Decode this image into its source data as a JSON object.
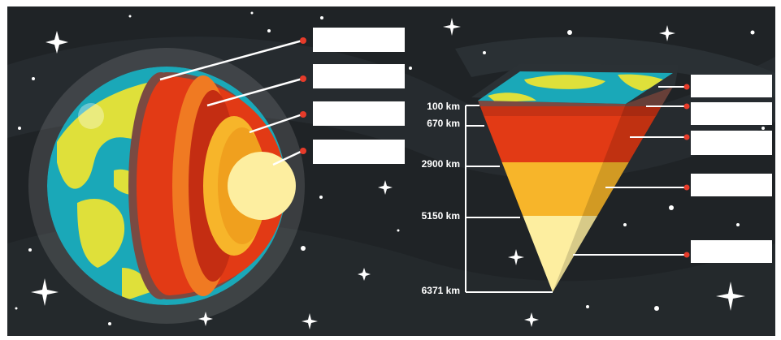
{
  "diagram": {
    "depth_scale": {
      "marks": [
        {
          "label": "100 km"
        },
        {
          "label": "670 km"
        },
        {
          "label": "2900 km"
        },
        {
          "label": "5150 km"
        },
        {
          "label": "6371 km"
        }
      ]
    },
    "label_boxes": {
      "sphere": [
        {
          "text": ""
        },
        {
          "text": ""
        },
        {
          "text": ""
        },
        {
          "text": ""
        }
      ],
      "cone": [
        {
          "text": ""
        },
        {
          "text": ""
        },
        {
          "text": ""
        },
        {
          "text": ""
        },
        {
          "text": ""
        }
      ]
    },
    "colors": {
      "background": "#1f2326",
      "crust": "#7a4a42",
      "upper_mantle": "#e23a15",
      "lower_mantle": "#f07a22",
      "outer_core": "#f7b52a",
      "inner_core": "#fdeea0",
      "ocean": "#1aa8b8",
      "land": "#dfe03a",
      "pointer_dot": "#e63b2a"
    }
  }
}
